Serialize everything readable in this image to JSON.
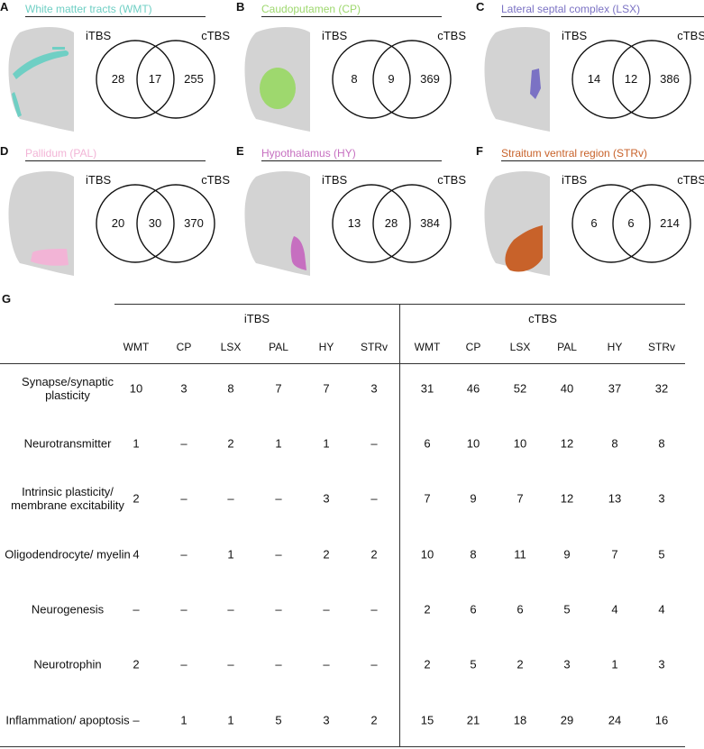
{
  "panels": [
    {
      "id": "A",
      "title": "White matter tracts (WMT)",
      "color": "#6fcfc4",
      "region": "wmt",
      "venn": {
        "left_label": "iTBS",
        "right_label": "cTBS",
        "left_only": "28",
        "overlap": "17",
        "right_only": "255"
      }
    },
    {
      "id": "B",
      "title": "Caudoputamen (CP)",
      "color": "#9ed86e",
      "region": "cp",
      "venn": {
        "left_label": "iTBS",
        "right_label": "cTBS",
        "left_only": "8",
        "overlap": "9",
        "right_only": "369"
      }
    },
    {
      "id": "C",
      "title": "Lateral septal complex (LSX)",
      "color": "#7b72c4",
      "region": "lsx",
      "venn": {
        "left_label": "iTBS",
        "right_label": "cTBS",
        "left_only": "14",
        "overlap": "12",
        "right_only": "386"
      }
    },
    {
      "id": "D",
      "title": "Pallidum (PAL)",
      "color": "#f2b4d6",
      "region": "pal",
      "venn": {
        "left_label": "iTBS",
        "right_label": "cTBS",
        "left_only": "20",
        "overlap": "30",
        "right_only": "370"
      }
    },
    {
      "id": "E",
      "title": "Hypothalamus (HY)",
      "color": "#c66fc0",
      "region": "hy",
      "venn": {
        "left_label": "iTBS",
        "right_label": "cTBS",
        "left_only": "13",
        "overlap": "28",
        "right_only": "384"
      }
    },
    {
      "id": "F",
      "title": "Straitum ventral region (STRv)",
      "color": "#c8622a",
      "region": "strv",
      "venn": {
        "left_label": "iTBS",
        "right_label": "cTBS",
        "left_only": "6",
        "overlap": "6",
        "right_only": "214"
      }
    }
  ],
  "table": {
    "label": "G",
    "groups": [
      "iTBS",
      "cTBS"
    ],
    "columns": [
      "WMT",
      "CP",
      "LSX",
      "PAL",
      "HY",
      "STRv",
      "WMT",
      "CP",
      "LSX",
      "PAL",
      "HY",
      "STRv"
    ],
    "rows": [
      {
        "label": "Synapse/synaptic plasticity",
        "values": [
          "10",
          "3",
          "8",
          "7",
          "7",
          "3",
          "31",
          "46",
          "52",
          "40",
          "37",
          "32"
        ]
      },
      {
        "label": "Neurotransmitter",
        "values": [
          "1",
          "–",
          "2",
          "1",
          "1",
          "–",
          "6",
          "10",
          "10",
          "12",
          "8",
          "8"
        ]
      },
      {
        "label": "Intrinsic plasticity/ membrane excitability",
        "values": [
          "2",
          "–",
          "–",
          "–",
          "3",
          "–",
          "7",
          "9",
          "7",
          "12",
          "13",
          "3"
        ]
      },
      {
        "label": "Oligodendrocyte/ myelin",
        "values": [
          "4",
          "–",
          "1",
          "–",
          "2",
          "2",
          "10",
          "8",
          "11",
          "9",
          "7",
          "5"
        ]
      },
      {
        "label": "Neurogenesis",
        "values": [
          "–",
          "–",
          "–",
          "–",
          "–",
          "–",
          "2",
          "6",
          "6",
          "5",
          "4",
          "4"
        ]
      },
      {
        "label": "Neurotrophin",
        "values": [
          "2",
          "–",
          "–",
          "–",
          "–",
          "–",
          "2",
          "5",
          "2",
          "3",
          "1",
          "3"
        ]
      },
      {
        "label": "Inflammation/ apoptosis",
        "values": [
          "–",
          "1",
          "1",
          "5",
          "3",
          "2",
          "15",
          "21",
          "18",
          "29",
          "24",
          "16"
        ]
      }
    ]
  }
}
